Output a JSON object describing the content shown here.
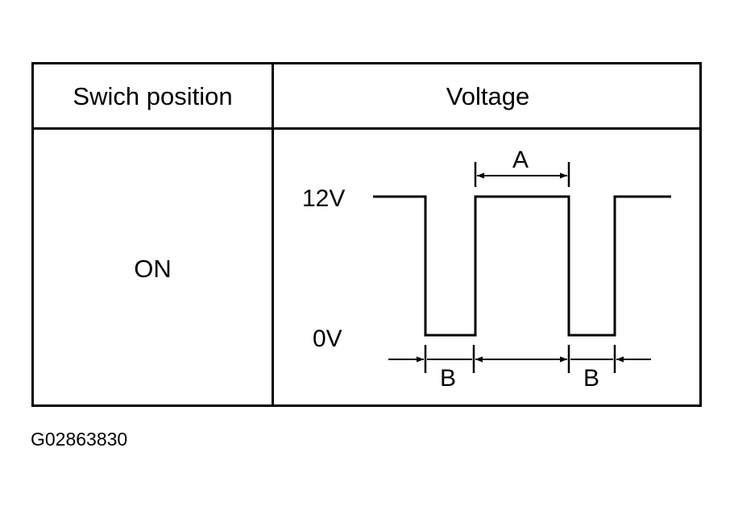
{
  "table": {
    "header_switch": "Swich position",
    "header_voltage": "Voltage",
    "switch_value": "ON"
  },
  "waveform": {
    "high_label": "12V",
    "low_label": "0V",
    "high_duration_label": "A",
    "low_duration_label": "B"
  },
  "figure_code": "G02863830"
}
